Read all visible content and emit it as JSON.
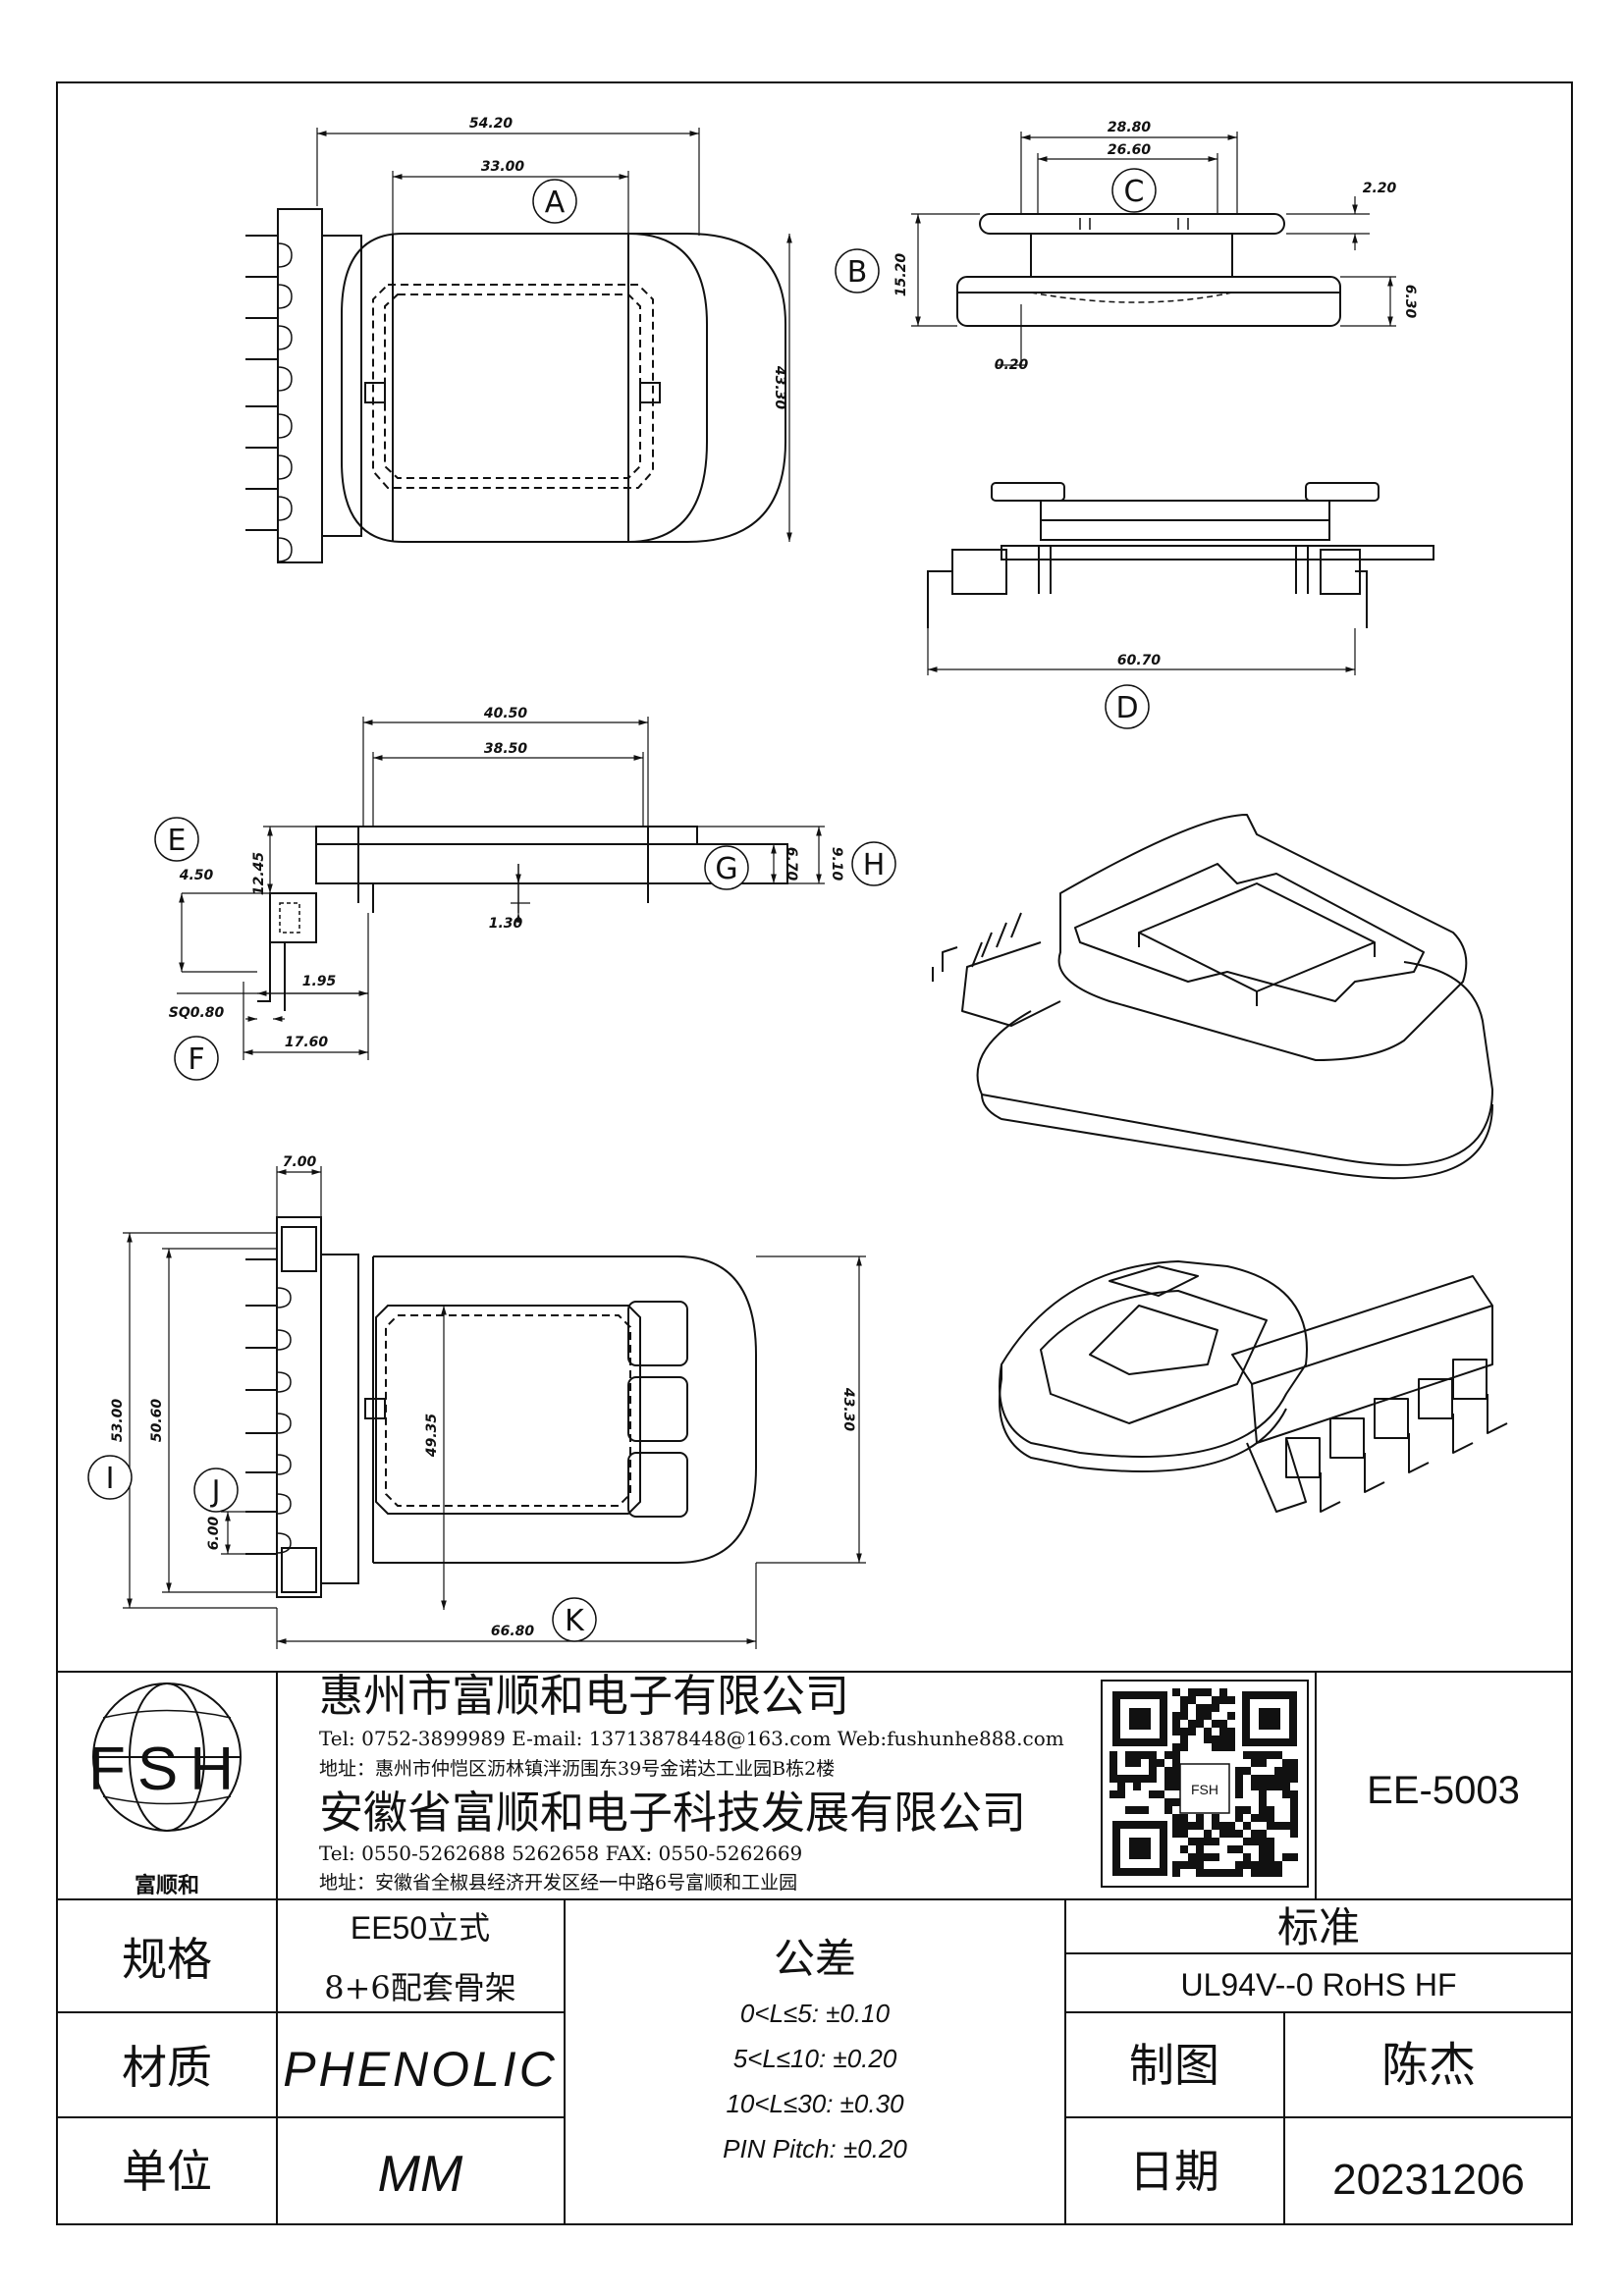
{
  "dimensions": {
    "top_width": "54.20",
    "window_width": "33.00",
    "height_43": "43.30",
    "side_28": "28.80",
    "side_26": "26.60",
    "flange_2": "2.20",
    "height_15": "15.20",
    "height_6": "6.30",
    "gap_020": "0.20",
    "overall_60": "60.70",
    "front_40": "40.50",
    "front_38": "38.50",
    "pin_450": "4.50",
    "h_1245": "12.45",
    "h_670": "6.70",
    "h_910": "9.10",
    "t_130": "1.30",
    "p_195": "1.95",
    "sq": "SQ0.80",
    "p_1760": "17.60",
    "w_700": "7.00",
    "h_5300": "53.00",
    "h_5060": "50.60",
    "h_4935": "49.35",
    "h_4330b": "43.30",
    "pitch_600": "6.00",
    "overall_6680": "66.80"
  },
  "labels": {
    "A": "A",
    "B": "B",
    "C": "C",
    "D": "D",
    "E": "E",
    "F": "F",
    "G": "G",
    "H": "H",
    "I": "I",
    "J": "J",
    "K": "K"
  },
  "logo": {
    "letters": "FSH",
    "name": "富顺和"
  },
  "company1": {
    "name": "惠州市富顺和电子有限公司",
    "contact": "Tel:  0752-3899989  E-mail: 13713878448@163.com  Web:fushunhe888.com",
    "address": "地址：惠州市仲恺区沥林镇泮沥围东39号金诺达工业园B栋2楼"
  },
  "company2": {
    "name": "安徽省富顺和电子科技发展有限公司",
    "contact": "Tel:   0550-5262688  5262658      FAX: 0550-5262669",
    "address": "地址：安徽省全椒县经济开发区经一中路6号富顺和工业园"
  },
  "qr_text": "FSH",
  "part_number": "EE-5003",
  "table": {
    "spec_label": "规格",
    "spec_value_1": "EE50立式",
    "spec_value_2": "8+6配套骨架",
    "tolerance_label": "公差",
    "standard_label": "标准",
    "standard_value": "UL94V--0  RoHS HF",
    "material_label": "材质",
    "material_value": "PHENOLIC",
    "tol_1": "0<L≤5: ±0.10",
    "tol_2": "5<L≤10: ±0.20",
    "tol_3": "10<L≤30: ±0.30",
    "tol_4": "PIN Pitch: ±0.20",
    "drawn_label": "制图",
    "drawn_value": "陈杰",
    "unit_label": "单位",
    "unit_value": "MM",
    "date_label": "日期",
    "date_value": "20231206"
  }
}
